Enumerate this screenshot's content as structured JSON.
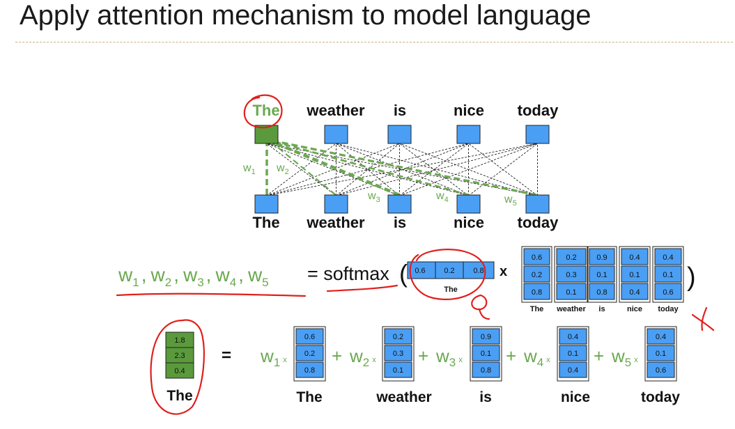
{
  "title": "Apply attention mechanism to model language",
  "colors": {
    "node_blue": "#4a9ff5",
    "node_green": "#5a9a3c",
    "accent_green": "#6aa84f",
    "annotation_red": "#e0201c"
  },
  "top_words": [
    "The",
    "weather",
    "is",
    "nice",
    "today"
  ],
  "bottom_words": [
    "The",
    "weather",
    "is",
    "nice",
    "today"
  ],
  "weight_labels": [
    {
      "base": "w",
      "sub": "1"
    },
    {
      "base": "w",
      "sub": "2"
    },
    {
      "base": "w",
      "sub": "3"
    },
    {
      "base": "w",
      "sub": "4"
    },
    {
      "base": "w",
      "sub": "5"
    }
  ],
  "equation": {
    "lhs": [
      {
        "base": "w",
        "sub": "1",
        "sep": ","
      },
      {
        "base": "w",
        "sub": "2",
        "sep": ","
      },
      {
        "base": "w",
        "sub": "3",
        "sep": ","
      },
      {
        "base": "w",
        "sub": "4",
        "sep": ","
      },
      {
        "base": "w",
        "sub": "5",
        "sep": ""
      }
    ],
    "equals_softmax": "= softmax",
    "open_paren": "(",
    "close_paren": ")",
    "times": "x",
    "query_vector": {
      "values": [
        "0.6",
        "0.2",
        "0.8"
      ],
      "label": "The"
    },
    "key_matrix": {
      "columns": [
        {
          "values": [
            "0.6",
            "0.2",
            "0.8"
          ],
          "label": "The"
        },
        {
          "values": [
            "0.2",
            "0.3",
            "0.1"
          ],
          "label": "weather"
        },
        {
          "values": [
            "0.9",
            "0.1",
            "0.8"
          ],
          "label": "is"
        },
        {
          "values": [
            "0.4",
            "0.1",
            "0.4"
          ],
          "label": "nice"
        },
        {
          "values": [
            "0.4",
            "0.1",
            "0.6"
          ],
          "label": "today"
        }
      ]
    }
  },
  "weighted_sum": {
    "result": {
      "values": [
        "1.8",
        "2.3",
        "0.4"
      ],
      "label": "The"
    },
    "equals": "=",
    "plus": "+",
    "times": "x",
    "terms": [
      {
        "weight": {
          "base": "w",
          "sub": "1"
        },
        "values": [
          "0.6",
          "0.2",
          "0.8"
        ],
        "label": "The"
      },
      {
        "weight": {
          "base": "w",
          "sub": "2"
        },
        "values": [
          "0.2",
          "0.3",
          "0.1"
        ],
        "label": "weather"
      },
      {
        "weight": {
          "base": "w",
          "sub": "3"
        },
        "values": [
          "0.9",
          "0.1",
          "0.8"
        ],
        "label": "is"
      },
      {
        "weight": {
          "base": "w",
          "sub": "4"
        },
        "values": [
          "0.4",
          "0.1",
          "0.4"
        ],
        "label": "nice"
      },
      {
        "weight": {
          "base": "w",
          "sub": "5"
        },
        "values": [
          "0.4",
          "0.1",
          "0.6"
        ],
        "label": "today"
      }
    ]
  }
}
